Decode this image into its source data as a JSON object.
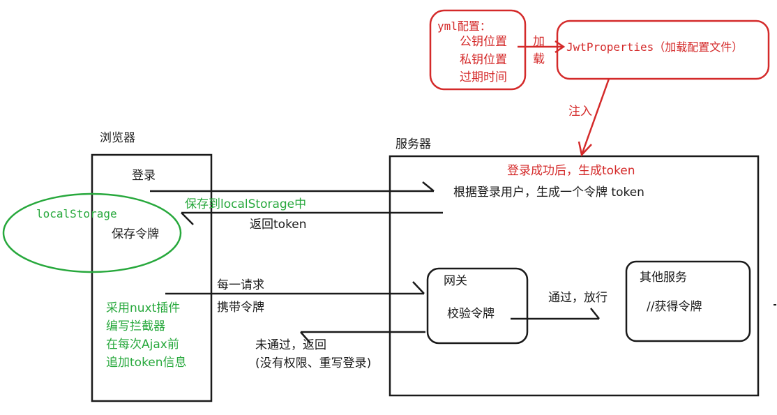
{
  "browser": {
    "title": "浏览器",
    "login": "登录",
    "local_storage": "localStorage",
    "save_token": "保存令牌",
    "interceptor_lines": [
      "采用nuxt插件",
      "编写拦截器",
      "在每次Ajax前",
      "追加token信息"
    ]
  },
  "server": {
    "title": "服务器",
    "login_success": "登录成功后，生成token",
    "generate_token": "根据登录用户，生成一个令牌 token",
    "gateway": {
      "title": "网关",
      "verify": "校验令牌"
    },
    "other_services": {
      "title": "其他服务",
      "get_token": "//获得令牌"
    }
  },
  "config": {
    "yml_title": "yml配置：",
    "yml_items": [
      "公钥位置",
      "私钥位置",
      "过期时间"
    ],
    "load_label": [
      "加",
      "载"
    ],
    "jwt_properties": "JwtProperties（加载配置文件）",
    "inject": "注入"
  },
  "flows": {
    "save_to_storage": "保存到localStorage中",
    "return_token": "返回token",
    "each_request": "每一请求",
    "carry_token": "携带令牌",
    "pass_release": "通过，放行",
    "fail_return": "未通过，返回",
    "fail_reason": "(没有权限、重写登录)"
  },
  "colors": {
    "red": "#d42a2a",
    "green": "#27a83c",
    "black": "#1a1a1a"
  }
}
